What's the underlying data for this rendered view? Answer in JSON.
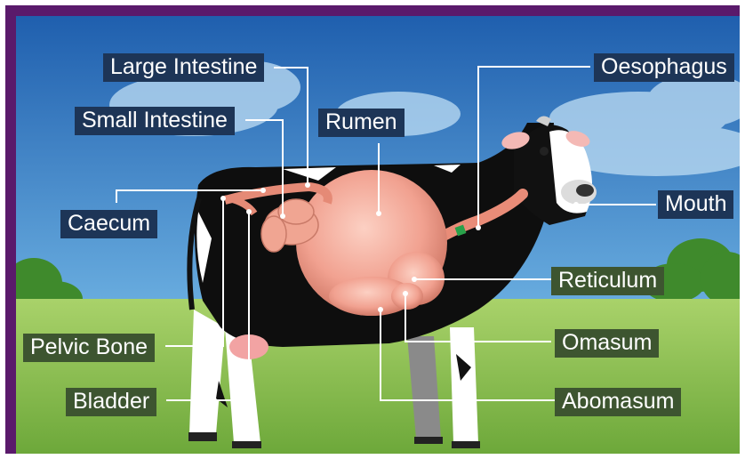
{
  "labels": {
    "large_intestine": "Large Intestine",
    "small_intestine": "Small Intestine",
    "rumen": "Rumen",
    "oesophagus": "Oesophagus",
    "caecum": "Caecum",
    "mouth": "Mouth",
    "reticulum": "Reticulum",
    "pelvic_bone": "Pelvic Bone",
    "omasum": "Omasum",
    "bladder": "Bladder",
    "abomasum": "Abomasum"
  },
  "colors": {
    "frame": "#5a1a6b",
    "sky_top": "#1f5fae",
    "sky_bottom": "#5aa0dc",
    "grass": "#8cc152",
    "label_bg_sky": "#1d3557",
    "label_bg_grass": "#3d5530",
    "organs": "#ee9a86"
  }
}
